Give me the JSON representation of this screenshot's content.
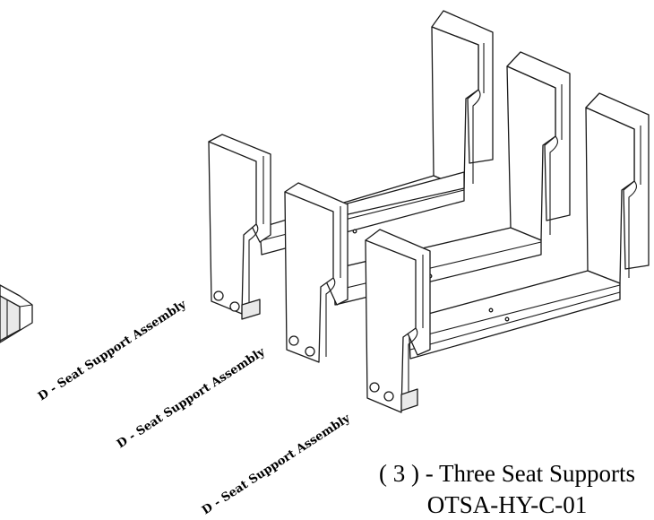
{
  "labels": {
    "assembly_1": "D - Seat Support Assembly",
    "assembly_2": "D - Seat Support Assembly",
    "assembly_3": "D - Seat Support Assembly"
  },
  "caption": {
    "line1": "( 3 ) - Three Seat Supports",
    "line2": "OTSA-HY-C-01"
  }
}
